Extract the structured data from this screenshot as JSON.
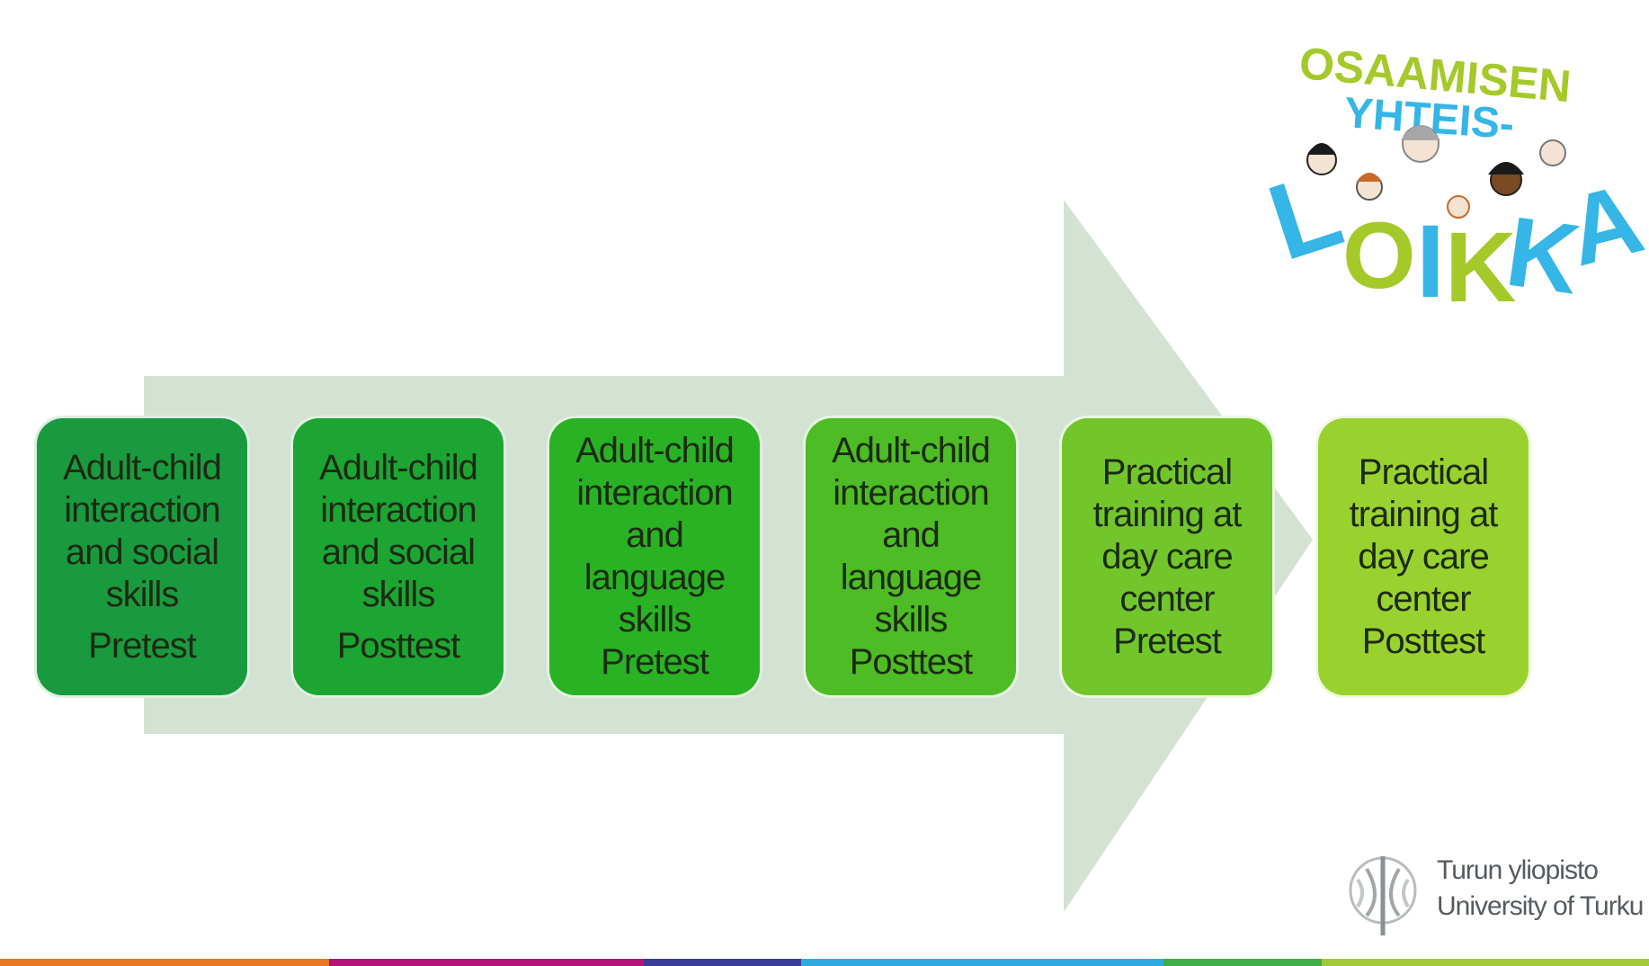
{
  "process": {
    "steps": [
      {
        "topic": "Adult-child\ninteraction\nand social\nskills",
        "phase": "Pretest",
        "color": "#1a9a3e"
      },
      {
        "topic": "Adult-child\ninteraction\nand social\nskills",
        "phase": "Posttest",
        "color": "#1ca532"
      },
      {
        "topic": "Adult-child\ninteraction\nand\nlanguage\nskills",
        "phase": "Pretest",
        "color": "#2ab225"
      },
      {
        "topic": "Adult-child\ninteraction\nand\nlanguage\nskills",
        "phase": "Posttest",
        "color": "#4dbc25"
      },
      {
        "topic": "Practical\ntraining at\nday care\ncenter",
        "phase": "Pretest",
        "color": "#72c62c"
      },
      {
        "topic": "Practical\ntraining at\nday care\ncenter",
        "phase": "Posttest",
        "color": "#99d22f"
      }
    ],
    "arrow_color": "#d3e2d2"
  },
  "logos": {
    "project": {
      "line1": "OSAAMISEN",
      "line2": "YHTEIS-",
      "line3": "LOIKKA",
      "green": "#a4c929",
      "blue": "#35b6e6"
    },
    "university": {
      "name_fi": "Turun yliopisto",
      "name_en": "University of Turku"
    }
  },
  "footer": {
    "colors": [
      "#e87722",
      "#b5137a",
      "#3a3c99",
      "#2eaae1",
      "#3fae49",
      "#a3c93a"
    ]
  }
}
